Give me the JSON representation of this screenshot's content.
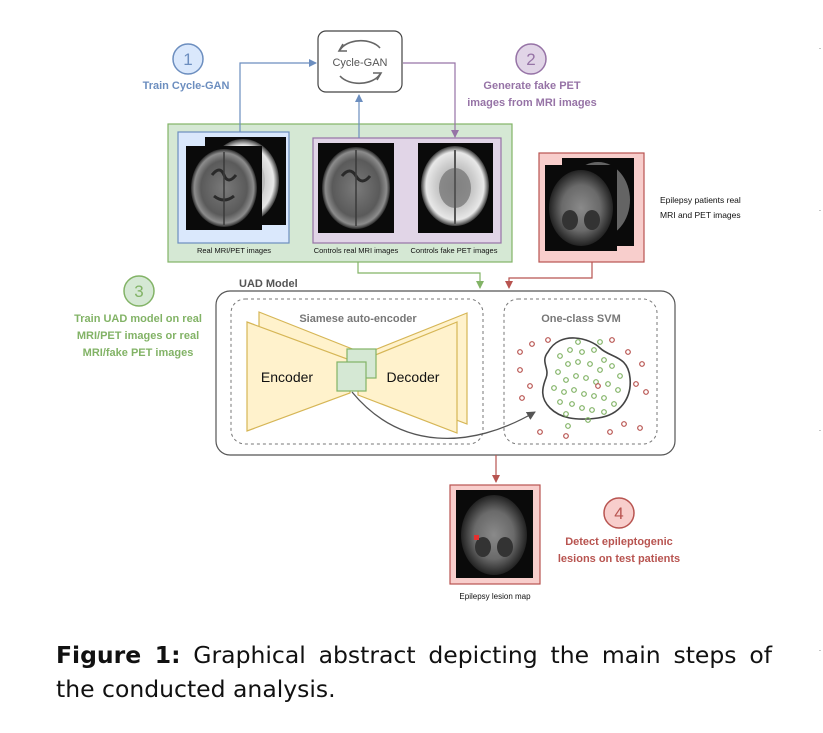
{
  "steps": {
    "step1": {
      "number": "1",
      "label": "Train Cycle-GAN",
      "color": "#6c8ebf"
    },
    "step2": {
      "number": "2",
      "label_lines": [
        "Generate fake PET",
        "images from MRI images"
      ],
      "color": "#9673a6"
    },
    "step3": {
      "number": "3",
      "label_lines": [
        "Train UAD model on real",
        "MRI/PET images or real",
        "MRI/fake PET images"
      ],
      "color": "#82b366"
    },
    "step4": {
      "number": "4",
      "label_lines": [
        "Detect epileptogenic",
        "lesions on test patients"
      ],
      "color": "#b85450"
    }
  },
  "cyclegan": {
    "label": "Cycle-GAN"
  },
  "images": {
    "real_mri_pet": "Real MRI/PET images",
    "controls_real_mri": "Controls real MRI images",
    "controls_fake_pet": "Controls fake PET images",
    "epilepsy_patients_lines": [
      "Epilepsy patients real",
      "MRI and PET images"
    ],
    "lesion_map": "Epilepsy lesion map"
  },
  "uad": {
    "title": "UAD Model",
    "siamese_title": "Siamese auto-encoder",
    "encoder": "Encoder",
    "decoder": "Decoder",
    "svm_title": "One-class SVM"
  },
  "caption": {
    "prefix": "Figure 1:",
    "text": " Graphical abstract depicting the main steps of the conducted analysis."
  },
  "colors": {
    "blue": "#6c8ebf",
    "blue_fill": "#dae8fc",
    "purple": "#9673a6",
    "purple_fill": "#e1d5e7",
    "green": "#82b366",
    "green_fill": "#d5e8d4",
    "red": "#b85450",
    "red_fill": "#f8cecc",
    "yellow": "#d6b656",
    "yellow_fill": "#fff2cc"
  }
}
